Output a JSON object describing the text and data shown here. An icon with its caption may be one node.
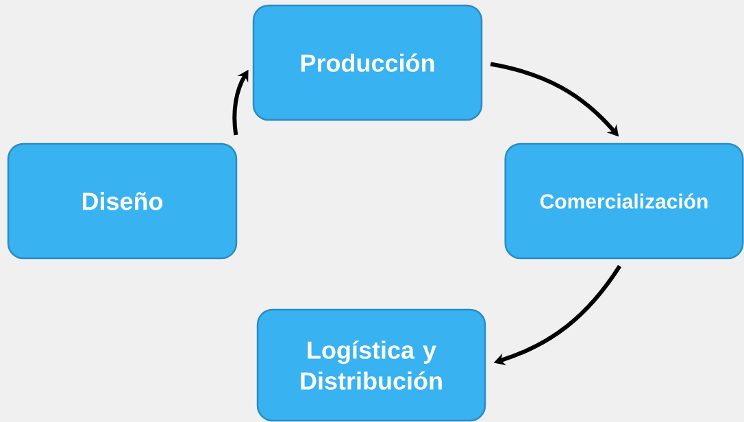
{
  "diagram": {
    "nodes": [
      {
        "text": [
          "Diseño"
        ]
      },
      {
        "text": [
          "Producción"
        ]
      },
      {
        "text": [
          "Comercialización"
        ]
      },
      {
        "text": [
          "Logística y Distribución"
        ]
      }
    ],
    "edges": [
      {
        "from": 0,
        "to": 1,
        "arrow": "to"
      },
      {
        "from": 1,
        "to": 2,
        "arrow": "to"
      },
      {
        "from": 2,
        "to": 3,
        "arrow": "to"
      }
    ]
  }
}
